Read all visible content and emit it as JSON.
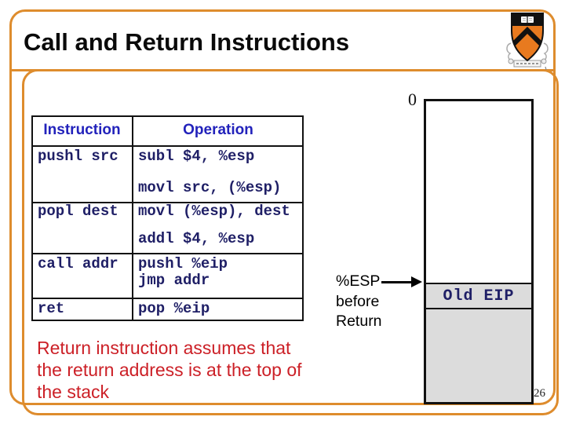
{
  "title": "Call and Return Instructions",
  "page_number": "26",
  "colors": {
    "frame_orange": "#de8c2d",
    "table_header_blue": "#2222bb",
    "code_navy": "#1f1f66",
    "note_red": "#cc2027",
    "stack_gray": "#dcdcdc",
    "logo_orange": "#e87a1f"
  },
  "table": {
    "col1_header": "Instruction",
    "col2_header": "Operation",
    "rows": [
      {
        "instruction": "pushl src",
        "ops": [
          "subl $4, %esp",
          "movl src, (%esp)"
        ]
      },
      {
        "instruction": "popl dest",
        "ops": [
          "movl (%esp), dest",
          "addl $4, %esp"
        ]
      },
      {
        "instruction": "call addr",
        "ops": [
          "pushl %eip",
          "jmp addr"
        ]
      },
      {
        "instruction": "ret",
        "ops": [
          "pop %eip"
        ]
      }
    ]
  },
  "stack": {
    "top_address_label": "0",
    "old_eip_label": "Old EIP",
    "esp_pointer_lines": [
      "%ESP",
      "before",
      "Return"
    ]
  },
  "note_lines": [
    "Return instruction assumes that",
    "the return address is at the top of",
    "the stack"
  ]
}
